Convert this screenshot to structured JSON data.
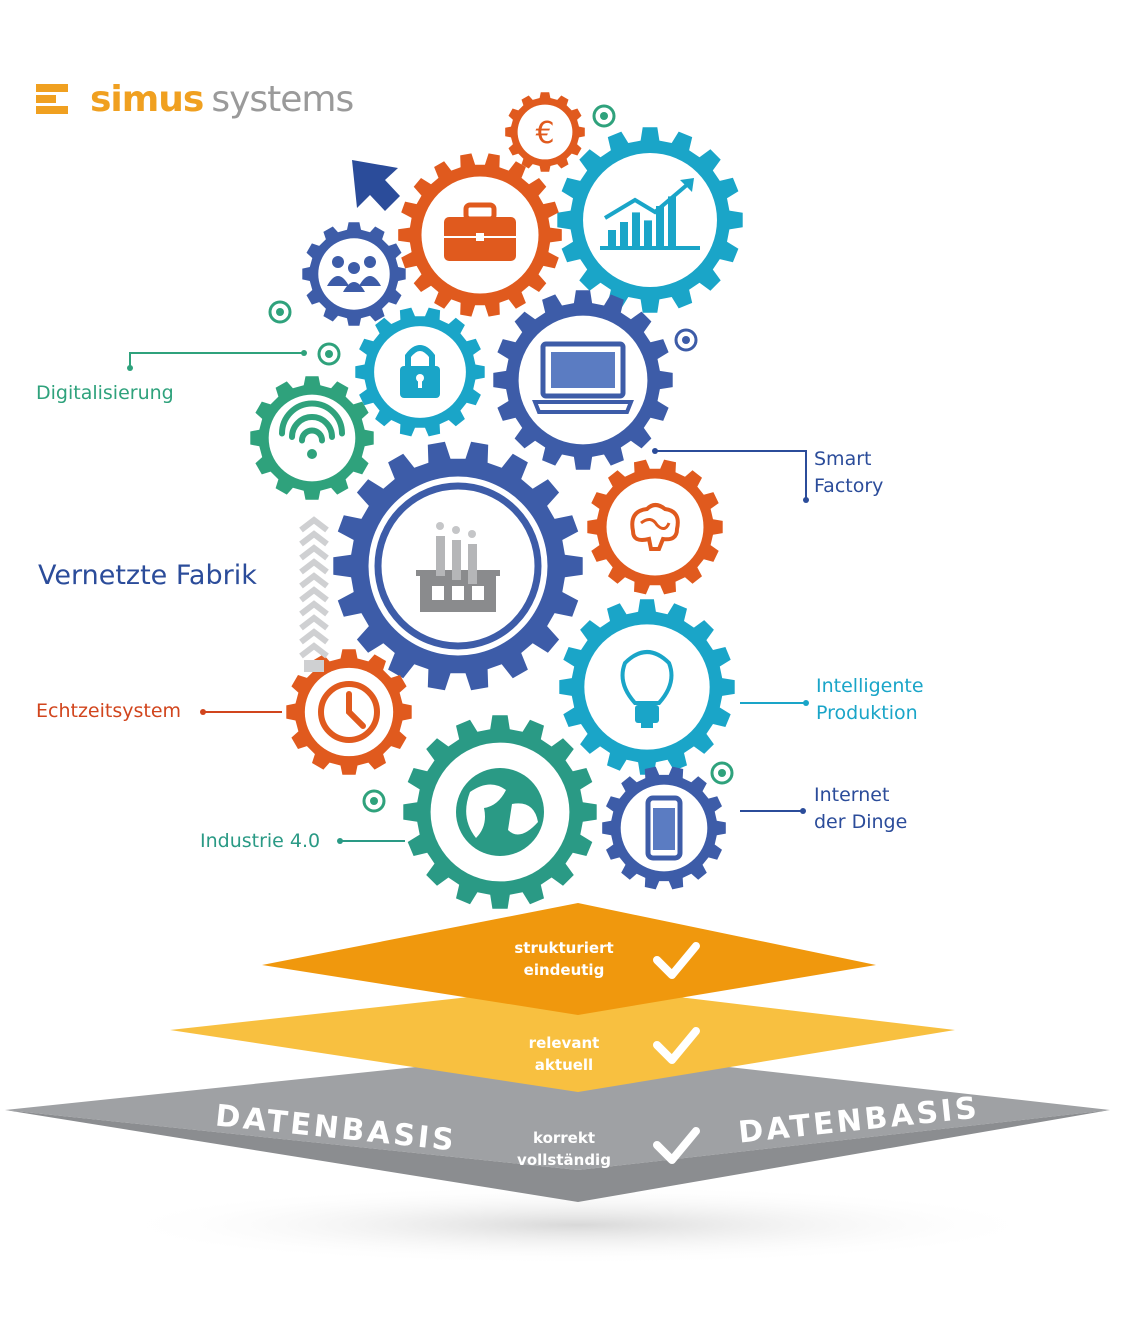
{
  "logo": {
    "word1": "simus",
    "word2": "systems"
  },
  "center_label": "Vernetzte Fabrik",
  "labels": {
    "digitalisierung": "Digitalisierung",
    "smart_factory": [
      "Smart",
      "Factory"
    ],
    "echtzeitsystem": "Echtzeitsystem",
    "intelligente_produktion": [
      "Intelligente",
      "Produktion"
    ],
    "industrie": "Industrie 4.0",
    "internet_der_dinge": [
      "Internet",
      "der Dinge"
    ]
  },
  "pyramid": {
    "top": [
      "strukturiert",
      "eindeutig"
    ],
    "middle": [
      "relevant",
      "aktuell"
    ],
    "bottom": [
      "korrekt",
      "vollständig"
    ],
    "base_left": "DATENBASIS",
    "base_right": "DATENBASIS"
  },
  "gear_icons": [
    "euro-icon",
    "growth-chart-icon",
    "briefcase-icon",
    "team-icon",
    "padlock-icon",
    "laptop-icon",
    "wifi-icon",
    "factory-icon",
    "brain-icon",
    "lightbulb-icon",
    "clock-icon",
    "globe-icon",
    "smartphone-icon"
  ],
  "colors": {
    "orange": "#e05a1e",
    "cyan": "#1aa5c8",
    "blue": "#2b4c9a",
    "slate": "#3d5ca8",
    "teal": "#2a9a85",
    "green": "#2fa27c",
    "gold": "#f0a020",
    "yellow": "#f8c040",
    "gray": "#9fa1a4"
  }
}
